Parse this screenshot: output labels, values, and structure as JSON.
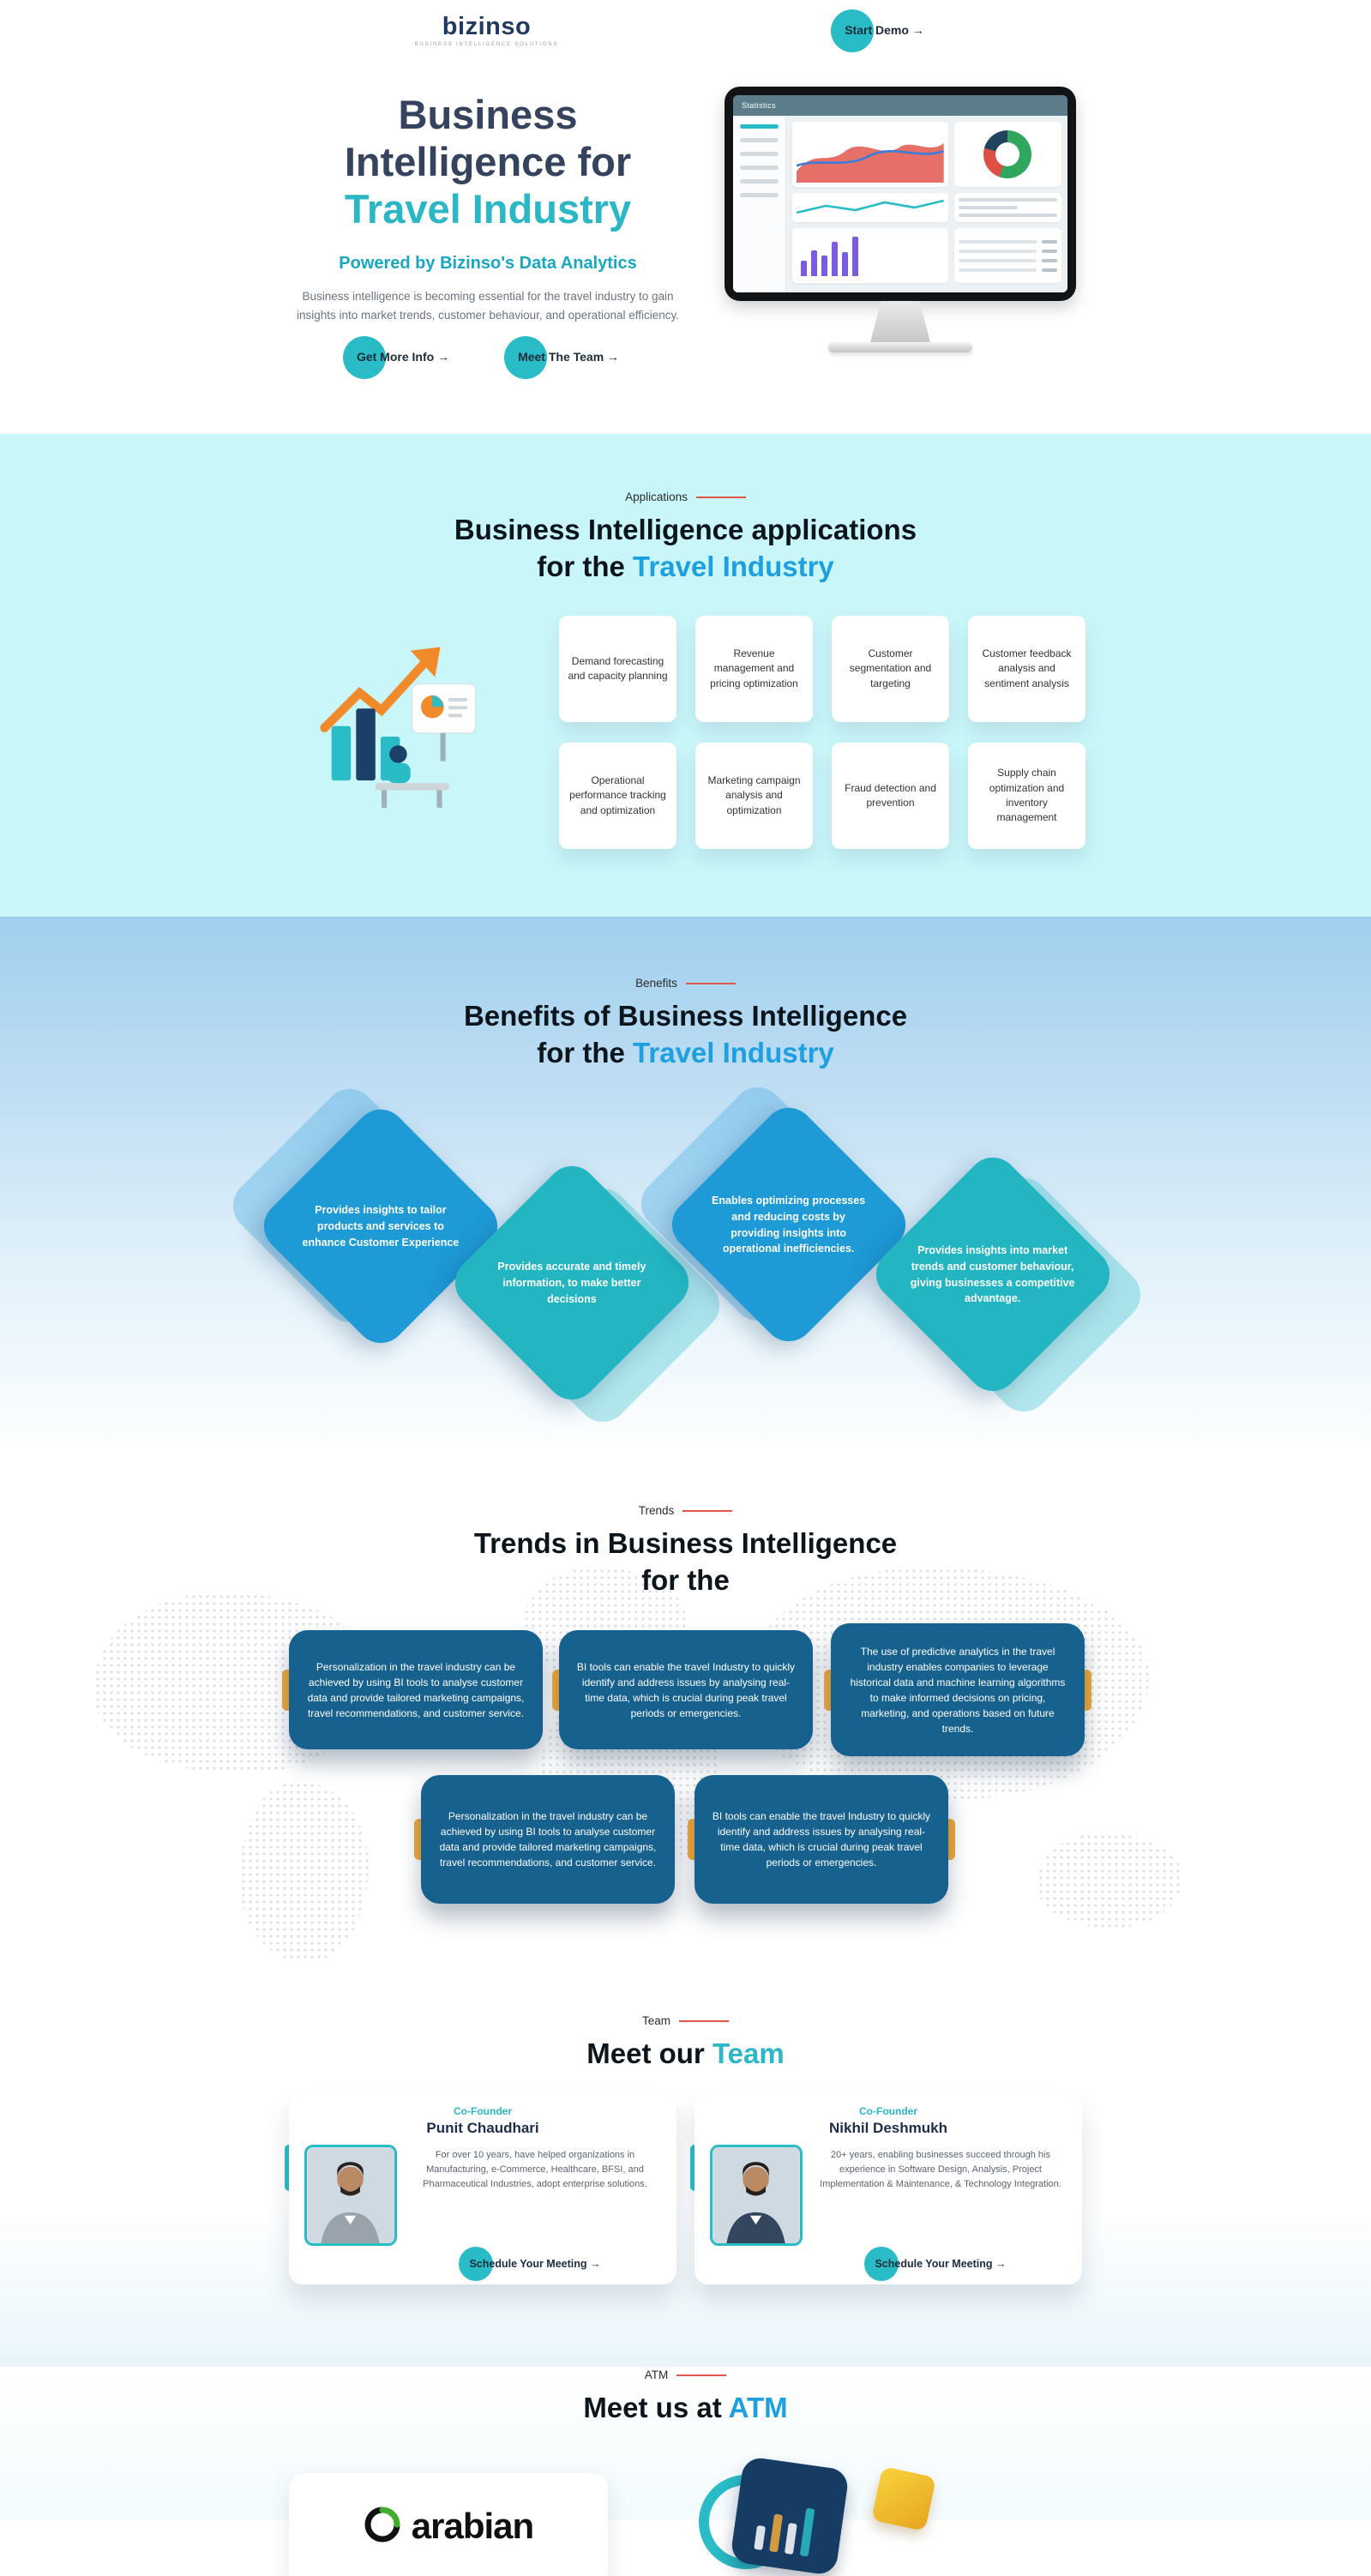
{
  "theme": {
    "teal": "#2ABCC6",
    "blue": "#1E9FE0",
    "dark_navy": "#36435E",
    "card_navy": "#17618F",
    "accent_red": "#E2574C",
    "accent_yellow": "#F2A93B",
    "section_cyan_bg": "#C9F6F9"
  },
  "header": {
    "logo": {
      "text": "bizinso",
      "tagline": "BUSINESS INTELLIGENCE SOLUTIONS"
    },
    "start_demo_label": "Start Demo →"
  },
  "hero": {
    "title_line1": "Business",
    "title_line2": "Intelligence for",
    "title_highlight": "Travel Industry",
    "subtitle": "Powered by Bizinso's Data Analytics",
    "description": "Business intelligence is becoming essential for the travel industry to gain insights into market trends, customer behaviour, and operational efficiency.",
    "cta_info_label": "Get More Info →",
    "cta_team_label": "Meet The Team →",
    "monitor": {
      "screen_title": "Statistics"
    }
  },
  "applications": {
    "label": "Applications",
    "heading_line1": "Business Intelligence applications",
    "heading_line2_prefix": "for the ",
    "heading_highlight": "Travel Industry",
    "cards": [
      "Demand forecasting and capacity planning",
      "Revenue management and pricing optimization",
      "Customer segmentation and targeting",
      "Customer feedback analysis and sentiment analysis",
      "Operational performance tracking and optimization",
      "Marketing campaign analysis and optimization",
      "Fraud detection and prevention",
      "Supply chain optimization and inventory management"
    ]
  },
  "benefits": {
    "label": "Benefits",
    "heading_line1": "Benefits of Business Intelligence",
    "heading_line2_prefix": "for the ",
    "heading_highlight": "Travel Industry",
    "items": [
      "Provides insights to tailor products and services to enhance Customer Experience",
      "Provides accurate and timely information, to make better decisions",
      "Enables optimizing processes and reducing costs by providing insights into operational inefficiencies.",
      "Provides insights into market trends and customer behaviour, giving businesses a competitive advantage."
    ]
  },
  "trends": {
    "label": "Trends",
    "heading_line1": "Trends in Business Intelligence",
    "heading_line2": "for the",
    "cards": [
      "Personalization in the travel industry can be achieved by using BI tools to analyse customer data and provide tailored marketing campaigns, travel recommendations, and customer service.",
      "BI tools can enable the travel Industry to quickly identify and address issues by analysing real-time data, which is crucial during peak travel periods or emergencies.",
      "The use of predictive analytics in the travel industry enables companies to leverage historical data and machine learning algorithms to make informed decisions on pricing, marketing, and operations based on future trends.",
      "Personalization in the travel industry can be achieved by using BI tools to analyse customer data and provide tailored marketing campaigns, travel recommendations, and customer service.",
      "BI tools can enable the travel Industry to quickly identify and address issues by analysing real-time data, which is crucial during peak travel periods or emergencies."
    ]
  },
  "team": {
    "label": "Team",
    "heading_prefix": "Meet our ",
    "heading_highlight": "Team",
    "members": [
      {
        "role": "Co-Founder",
        "name": "Punit Chaudhari",
        "bio": "For over 10 years, have helped organizations in Manufacturing, e-Commerce, Healthcare, BFSI, and Pharmaceutical Industries, adopt enterprise solutions.",
        "cta_label": "Schedule Your Meeting →"
      },
      {
        "role": "Co-Founder",
        "name": "Nikhil Deshmukh",
        "bio": "20+ years, enabling businesses succeed through his experience in Software Design, Analysis, Project Implementation & Maintenance, & Technology Integration.",
        "cta_label": "Schedule Your Meeting →"
      }
    ]
  },
  "atm": {
    "label": "ATM",
    "heading_prefix": "Meet us at ",
    "heading_highlight": "ATM",
    "partner_name": "arabian"
  }
}
